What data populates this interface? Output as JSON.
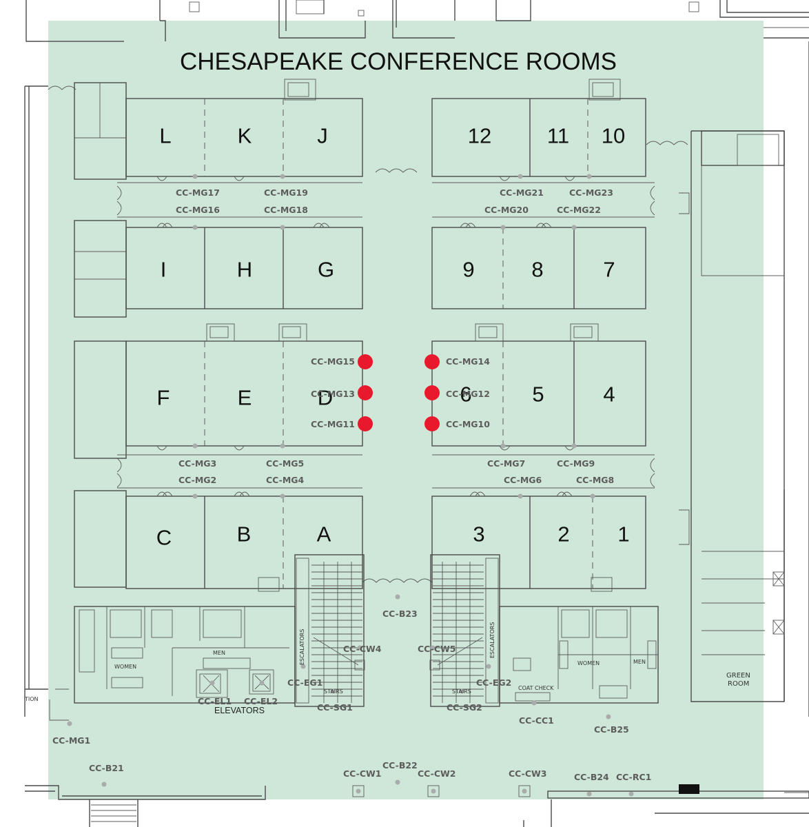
{
  "title": "CHESAPEAKE CONFERENCE ROOMS",
  "colors": {
    "floor": "#cfe7d8",
    "wall": "#4a4a4a",
    "highlight": "#e8192c",
    "marker": "#a8acac",
    "label": "#5c5c5c"
  },
  "rooms": {
    "L": "L",
    "K": "K",
    "J": "J",
    "r12": "12",
    "r11": "11",
    "r10": "10",
    "I": "I",
    "H": "H",
    "G": "G",
    "r9": "9",
    "r8": "8",
    "r7": "7",
    "F": "F",
    "E": "E",
    "D": "D",
    "r6": "6",
    "r5": "5",
    "r4": "4",
    "C": "C",
    "B": "B",
    "A": "A",
    "r3": "3",
    "r2": "2",
    "r1": "1"
  },
  "markers": {
    "mg17": "CC-MG17",
    "mg19": "CC-MG19",
    "mg21": "CC-MG21",
    "mg23": "CC-MG23",
    "mg16": "CC-MG16",
    "mg18": "CC-MG18",
    "mg20": "CC-MG20",
    "mg22": "CC-MG22",
    "mg15": "CC-MG15",
    "mg13": "CC-MG13",
    "mg11": "CC-MG11",
    "mg14": "CC-MG14",
    "mg12": "CC-MG12",
    "mg10": "CC-MG10",
    "mg3": "CC-MG3",
    "mg5": "CC-MG5",
    "mg7": "CC-MG7",
    "mg9": "CC-MG9",
    "mg2": "CC-MG2",
    "mg4": "CC-MG4",
    "mg6": "CC-MG6",
    "mg8": "CC-MG8",
    "b23": "CC-B23",
    "cw4": "CC-CW4",
    "cw5": "CC-CW5",
    "eg1": "CC-EG1",
    "eg2": "CC-EG2",
    "el1": "CC-EL1",
    "el2": "CC-EL2",
    "sg1": "CC-SG1",
    "sg2": "CC-SG2",
    "cc1": "CC-CC1",
    "b25": "CC-B25",
    "mg1": "CC-MG1",
    "b21": "CC-B21",
    "b22": "CC-B22",
    "cw1": "CC-CW1",
    "cw2": "CC-CW2",
    "cw3": "CC-CW3",
    "b24": "CC-B24",
    "rc1": "CC-RC1"
  },
  "labels": {
    "elevators": "ELEVATORS",
    "women": "WOMEN",
    "men": "MEN",
    "escalators": "ESCALATORS",
    "stairs": "STAIRS",
    "coat_check": "COAT CHECK",
    "green_room_1": "GREEN",
    "green_room_2": "ROOM",
    "cut_text": "TION"
  },
  "highlighted_markers": [
    "CC-MG15",
    "CC-MG13",
    "CC-MG11",
    "CC-MG14",
    "CC-MG12",
    "CC-MG10"
  ]
}
